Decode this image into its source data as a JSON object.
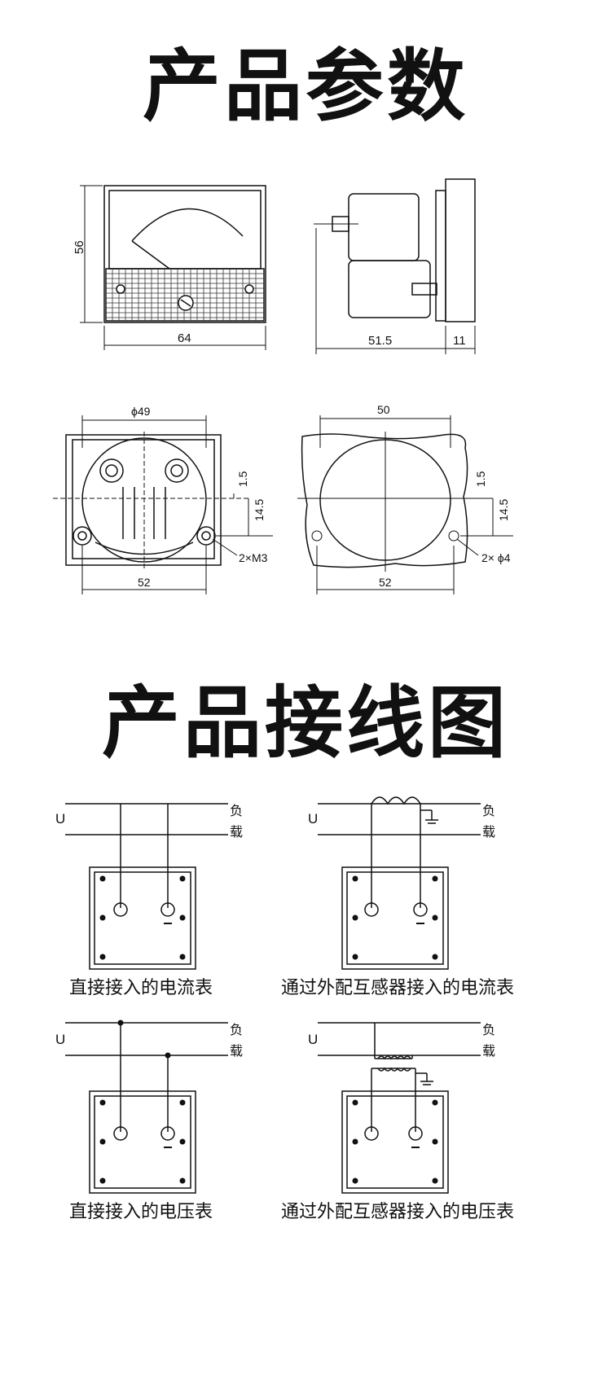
{
  "titles": {
    "params": "产品参数",
    "wiring": "产品接线图"
  },
  "front_view": {
    "height": "56",
    "width": "64"
  },
  "side_view": {
    "depth": "51.5",
    "flange": "11"
  },
  "mount_view": {
    "dia": "ϕ49",
    "a": "1.5",
    "b": "14.5",
    "holes": "52",
    "screw": "2×M3"
  },
  "cutout_view": {
    "dia": "50",
    "a": "1.5",
    "b": "14.5",
    "holes": "52",
    "hole": "2× ϕ4"
  },
  "wiring": {
    "u": "U",
    "load_1": "负",
    "load_2": "载",
    "captions": [
      "直接接入的电流表",
      "通过外配互感器接入的电流表",
      "直接接入的电压表",
      "通过外配互感器接入的电压表"
    ]
  }
}
